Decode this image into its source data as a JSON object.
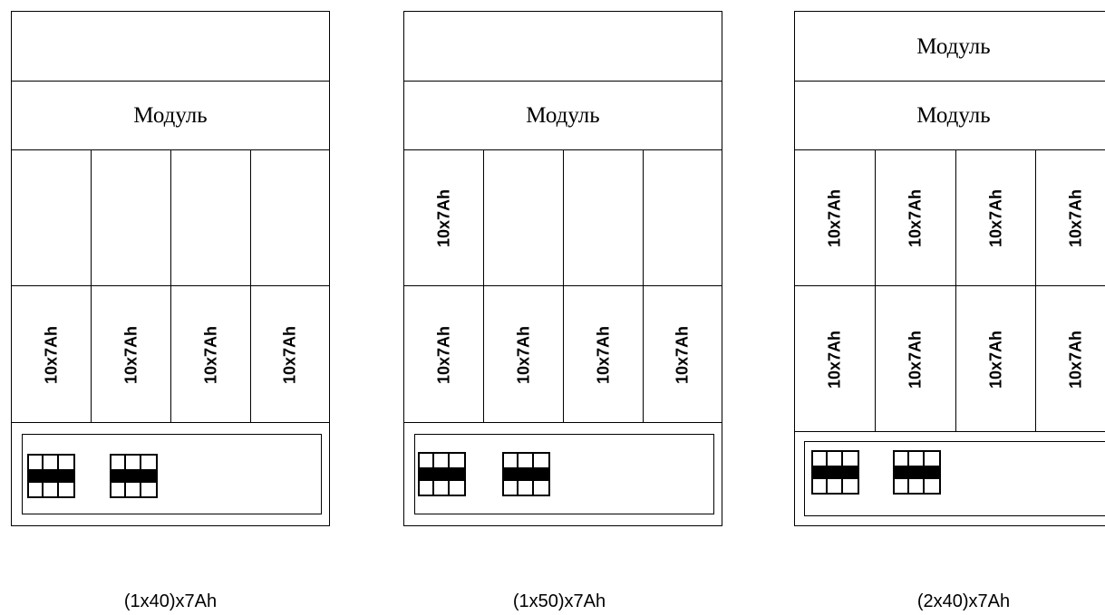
{
  "cabinets": [
    {
      "top_module": "",
      "module": "Модуль",
      "upper_batteries": [
        "",
        "",
        "",
        ""
      ],
      "lower_batteries": [
        "10x7Ah",
        "10x7Ah",
        "10x7Ah",
        "10x7Ah"
      ],
      "caption": "(1x40)x7Ah"
    },
    {
      "top_module": "",
      "module": "Модуль",
      "upper_batteries": [
        "10x7Ah",
        "",
        "",
        ""
      ],
      "lower_batteries": [
        "10x7Ah",
        "10x7Ah",
        "10x7Ah",
        "10x7Ah"
      ],
      "caption": "(1x50)x7Ah"
    },
    {
      "top_module": "Модуль",
      "module": "Модуль",
      "upper_batteries": [
        "10x7Ah",
        "10x7Ah",
        "10x7Ah",
        "10x7Ah"
      ],
      "lower_batteries": [
        "10x7Ah",
        "10x7Ah",
        "10x7Ah",
        "10x7Ah"
      ],
      "caption": "(2x40)x7Ah"
    }
  ]
}
